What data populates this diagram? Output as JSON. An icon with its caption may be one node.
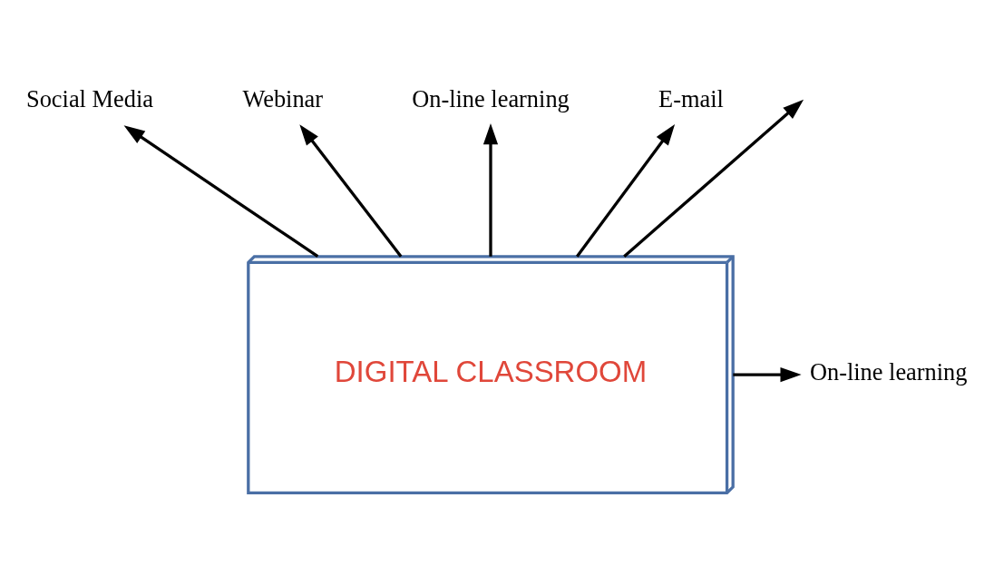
{
  "diagram": {
    "nodes": [
      {
        "text": [
          "Social Media"
        ]
      },
      {
        "text": [
          "Webinar"
        ]
      },
      {
        "text": [
          "On-line learning"
        ]
      },
      {
        "text": [
          "E-mail"
        ]
      },
      {
        "text": [
          "DIGITAL CLASSROOM"
        ]
      },
      {
        "text": [
          "On-line learning"
        ]
      }
    ],
    "edges": [
      {
        "from": 4,
        "to": 0,
        "arrow": "to"
      },
      {
        "from": 4,
        "to": 1,
        "arrow": "to"
      },
      {
        "from": 4,
        "to": null,
        "arrow": "to"
      },
      {
        "from": 4,
        "to": 2,
        "arrow": "to"
      },
      {
        "from": 4,
        "to": 3,
        "arrow": "to"
      },
      {
        "from": 4,
        "to": 5,
        "arrow": "to"
      }
    ]
  }
}
